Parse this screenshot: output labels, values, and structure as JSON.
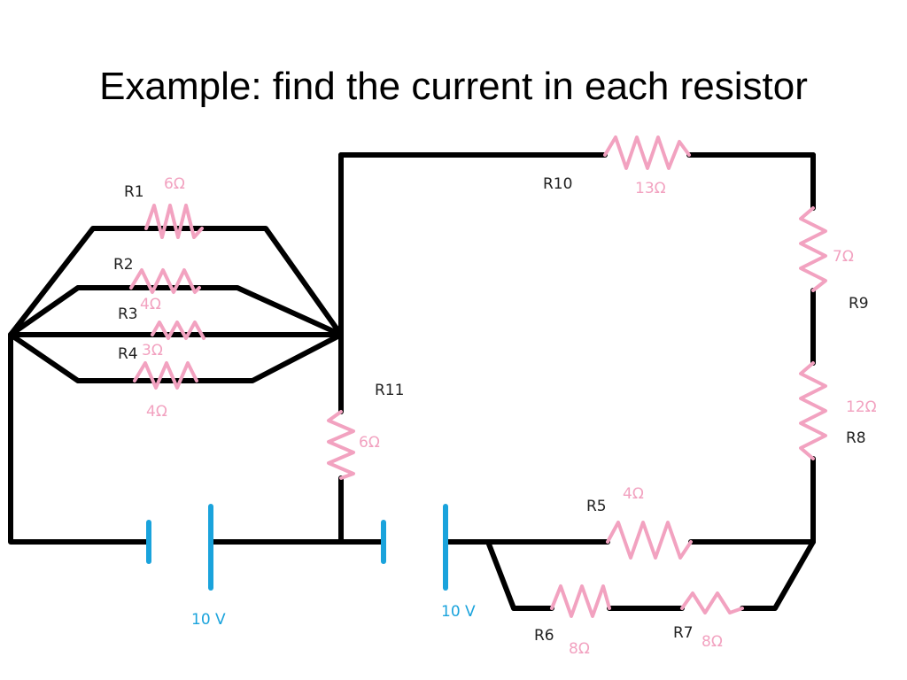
{
  "slide": {
    "title": "Example: find the current in each resistor"
  },
  "colors": {
    "wire": "#000000",
    "resistor": "#f2a2c0",
    "battery": "#1aa3dc",
    "label": "#222222"
  },
  "unit_symbol": "Ω",
  "resistors": [
    {
      "id": "R1",
      "label": "R1",
      "ohms": 6
    },
    {
      "id": "R2",
      "label": "R2",
      "ohms": 4
    },
    {
      "id": "R3",
      "label": "R3",
      "ohms": 3
    },
    {
      "id": "R4",
      "label": "R4",
      "ohms": 4
    },
    {
      "id": "R5",
      "label": "R5",
      "ohms": 4
    },
    {
      "id": "R6",
      "label": "R6",
      "ohms": 8
    },
    {
      "id": "R7",
      "label": "R7",
      "ohms": 8
    },
    {
      "id": "R8",
      "label": "R8",
      "ohms": 12
    },
    {
      "id": "R9",
      "label": "R9",
      "ohms": 7
    },
    {
      "id": "R10",
      "label": "R10",
      "ohms": 13
    },
    {
      "id": "R11",
      "label": "R11",
      "ohms": 6
    }
  ],
  "batteries": [
    {
      "id": "B1",
      "label": "10 V"
    },
    {
      "id": "B2",
      "label": "10 V"
    }
  ]
}
